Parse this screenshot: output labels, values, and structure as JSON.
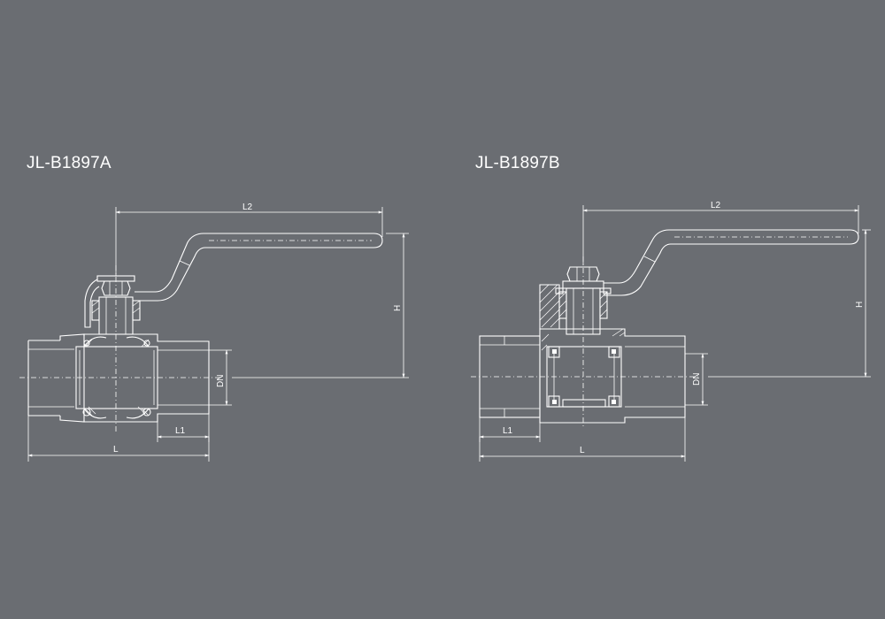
{
  "valve_a": {
    "title": "JL-B1897A",
    "dims": {
      "l2": "L2",
      "h": "H",
      "dn": "DN",
      "l1": "L1",
      "l": "L"
    }
  },
  "valve_b": {
    "title": "JL-B1897B",
    "dims": {
      "l2": "L2",
      "h": "H",
      "dn": "DN",
      "l1": "L1",
      "l": "L"
    }
  },
  "colors": {
    "background": "#6a6d72",
    "line": "#ffffff"
  }
}
